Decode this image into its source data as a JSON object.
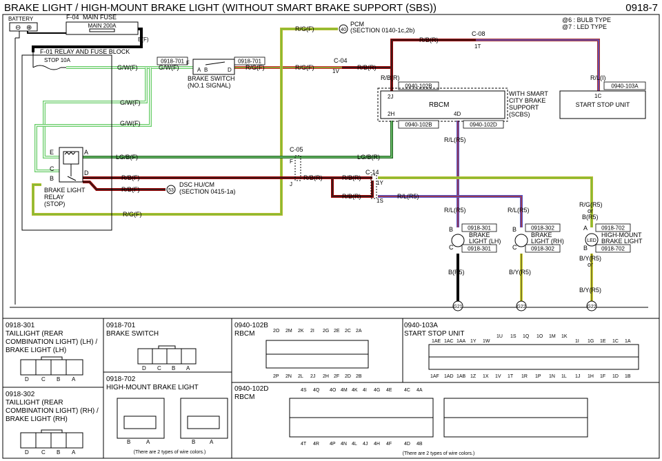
{
  "header": {
    "title": "BRAKE LIGHT / HIGH-MOUNT BRAKE LIGHT (WITHOUT SMART BRAKE SUPPORT (SBS))",
    "page_number": "0918-7"
  },
  "legend": {
    "bulb": "@6 : BULB TYPE",
    "led": "@7 : LED TYPE"
  },
  "battery": {
    "label": "BATTERY",
    "minus": "⊖",
    "plus": "⊕"
  },
  "main_fuse": {
    "id": "F-04",
    "title": "MAIN FUSE",
    "rating": "MAIN 200A",
    "wire": "B(F)"
  },
  "relay_block": {
    "label": "F-01  RELAY AND FUSE BLOCK",
    "fuse": "STOP 10A"
  },
  "brake_switch": {
    "label1": "BRAKE SWITCH",
    "label2": "(NO.1 SIGNAL)",
    "conn_left": "0918-701",
    "conn_right": "0918-701",
    "pin_a": "A",
    "pin_b": "B",
    "pin_d": "D",
    "pin_f": "F"
  },
  "relay": {
    "label1": "BRAKE LIGHT",
    "label2": "RELAY",
    "label3": "(STOP)",
    "pins": [
      "E",
      "A",
      "C",
      "B",
      "D"
    ]
  },
  "wires": {
    "gw1": "G/W(F)",
    "gw2": "G/W(F)",
    "gw3": "G/W(F)",
    "gw4": "G/W(F)",
    "rgf1": "R/G(F)",
    "rgf2": "R/G(F)",
    "rgf3": "R/G(F)",
    "rgf_bottom": "R/G(F)",
    "lgbf": "LG/B(F)",
    "lgbr": "LG/B(R)",
    "rbf1": "R/B(F)",
    "rbf2": "R/B(F)",
    "rbr_top": "R/B(R)",
    "rbr_c04": "R/B(R)",
    "rbr_2j": "R/B(R)",
    "rbr_j": "R/B(R)",
    "rbr_c14a": "R/B(R)",
    "rbr_c14b": "R/B(R)",
    "rl_i": "R/L(I)",
    "rl_r5a": "R/L(R5)",
    "rl_r5b": "R/L(R5)",
    "rl_r5c": "R/L(R5)",
    "rl_r5d": "R/L(R5)",
    "b_r5": "B(R5)",
    "by_r5a": "B/Y(R5)",
    "by_r5b": "B/Y(R5)",
    "by_r5c": "B/Y(R5)",
    "rg_r5": "R/G(R5)",
    "or1": "or",
    "b_r5b": "B(R5)",
    "or2": "or"
  },
  "connectors_inline": {
    "c08": "C-08",
    "c08_pin": "1T",
    "c04": "C-04",
    "c04_pin": "1V",
    "c05": "C-05",
    "c05_f": "F",
    "c05_j": "J",
    "c14": "C-14",
    "c14_1y": "1Y",
    "c14_1s": "1S"
  },
  "pcm": {
    "circle": "40",
    "label": "PCM",
    "section": "(SECTION 0140-1c,2b)"
  },
  "dsc": {
    "circle": "53",
    "label": "DSC HU/CM",
    "section": "(SECTION 0415-1a)"
  },
  "rbcm": {
    "label": "RBCM",
    "conn_top": "0940-102B",
    "conn_bot_left": "0940-102B",
    "conn_bot_right": "0940-102D",
    "pin_2j": "2J",
    "pin_2h": "2H",
    "pin_4d": "4D",
    "note1": "WITH SMART",
    "note2": "CITY BRAKE",
    "note3": "SUPPORT",
    "note4": "(SCBS)"
  },
  "start_stop": {
    "conn": "0940-103A",
    "pin": "1C",
    "label": "START STOP UNIT"
  },
  "lamps": {
    "lh": {
      "conn_top": "0918-301",
      "conn_bot": "0918-301",
      "label1": "BRAKE",
      "label2": "LIGHT (LH)",
      "pin_b": "B",
      "pin_c": "C",
      "ground": "G21"
    },
    "rh": {
      "conn_top": "0918-302",
      "conn_bot": "0918-302",
      "label1": "BRAKE",
      "label2": "LIGHT (RH)",
      "pin_b": "B",
      "pin_c": "C",
      "ground": "G22"
    },
    "hm": {
      "conn_top": "0918-702",
      "conn_bot": "0918-702",
      "label1": "HIGH-MOUNT",
      "label2": "BRAKE LIGHT",
      "pin_a": "A",
      "pin_b": "B",
      "led": "LED",
      "ground": "G22"
    }
  },
  "panels": {
    "p1": {
      "id": "0918-301",
      "l1": "TAILLIGHT (REAR",
      "l2": "COMBINATION LIGHT) (LH) /",
      "l3": "BRAKE LIGHT (LH)",
      "pins": [
        "D",
        "C",
        "B",
        "A"
      ]
    },
    "p2": {
      "id": "0918-302",
      "l1": "TAILLIGHT (REAR",
      "l2": "COMBINATION LIGHT) (RH) /",
      "l3": "BRAKE LIGHT (RH)",
      "pins": [
        "D",
        "C",
        "B",
        "A"
      ]
    },
    "p3": {
      "id": "0918-701",
      "l1": "BRAKE SWITCH",
      "pins": [
        "D",
        "C",
        "B",
        "A"
      ]
    },
    "p4": {
      "id": "0918-702",
      "l1": "HIGH-MOUNT BRAKE LIGHT",
      "pins": [
        "B",
        "A",
        "B",
        "A"
      ],
      "note": "(There are 2 types of wire colors.)"
    },
    "p5": {
      "id": "0940-102B",
      "l1": "RBCM",
      "top_pins": [
        "2O",
        "2M",
        "2K",
        "2I",
        "2G",
        "2E",
        "2C",
        "2A"
      ],
      "bot_pins": [
        "2P",
        "2N",
        "2L",
        "2J",
        "2H",
        "2F",
        "2D",
        "2B"
      ]
    },
    "p6": {
      "id": "0940-103A",
      "l1": "START STOP UNIT",
      "top_pins_a": [
        "1U",
        "1S",
        "1Q",
        "1O",
        "1M",
        "1K"
      ],
      "top_pins_b": [
        "1AE",
        "1AC",
        "1AA",
        "1Y",
        "1W",
        "1I",
        "1G",
        "1E",
        "1C",
        "1A"
      ],
      "bot_pins": [
        "1AF",
        "1AD",
        "1AB",
        "1Z",
        "1X",
        "1V",
        "1T",
        "1R",
        "1P",
        "1N",
        "1L",
        "1J",
        "1H",
        "1F",
        "1D",
        "1B"
      ]
    },
    "p7": {
      "id": "0940-102D",
      "l1": "RBCM",
      "top_pins": [
        "4S",
        "4Q",
        "4O",
        "4M",
        "4K",
        "4I",
        "4G",
        "4E",
        "4C",
        "4A"
      ],
      "bot_pins": [
        "4T",
        "4R",
        "4P",
        "4N",
        "4L",
        "4J",
        "4H",
        "4F",
        "4D",
        "4B"
      ],
      "note": "(There are 2 types of wire colors.)"
    }
  }
}
